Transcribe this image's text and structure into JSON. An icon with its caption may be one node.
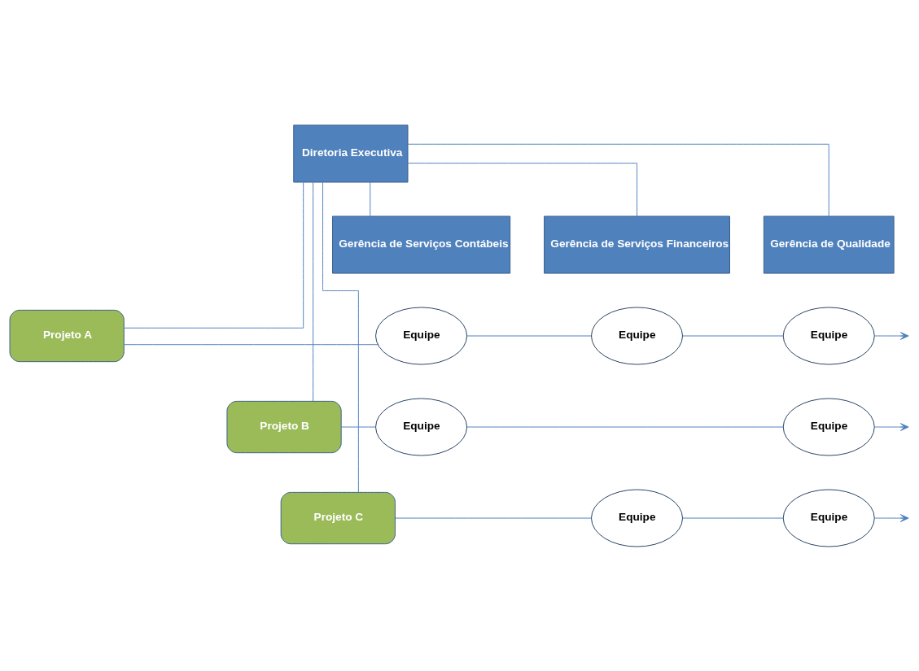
{
  "diagram": {
    "nodes": [
      {
        "text": [
          "Diretoria Executiva"
        ]
      },
      {
        "text": [
          "Gerência de Serviços Contábeis"
        ]
      },
      {
        "text": [
          "Gerência de Serviços Financeiros"
        ]
      },
      {
        "text": [
          "Gerência de Qualidade"
        ]
      },
      {
        "text": [
          "Projeto A"
        ]
      },
      {
        "text": [
          "Projeto B"
        ]
      },
      {
        "text": [
          "Projeto C"
        ]
      },
      {
        "text": [
          "Equipe"
        ]
      },
      {
        "text": [
          "Equipe"
        ]
      },
      {
        "text": [
          "Equipe"
        ]
      },
      {
        "text": [
          "Equipe"
        ]
      },
      {
        "text": [
          "Equipe"
        ]
      },
      {
        "text": [
          "Equipe"
        ]
      },
      {
        "text": [
          "Equipe"
        ]
      }
    ],
    "edges": [
      {
        "from": 0,
        "to": 1,
        "arrow": "none"
      },
      {
        "from": 0,
        "to": 2,
        "arrow": "none"
      },
      {
        "from": 0,
        "to": 3,
        "arrow": "none"
      },
      {
        "from": 0,
        "to": 4,
        "arrow": "none"
      },
      {
        "from": 0,
        "to": 5,
        "arrow": "none"
      },
      {
        "from": 0,
        "to": 6,
        "arrow": "none"
      },
      {
        "from": 4,
        "to": 7,
        "arrow": "none"
      },
      {
        "from": 7,
        "to": 8,
        "arrow": "none"
      },
      {
        "from": 8,
        "to": 9,
        "arrow": "none"
      },
      {
        "from": 9,
        "to": null,
        "arrow": "to"
      },
      {
        "from": 5,
        "to": 10,
        "arrow": "none"
      },
      {
        "from": 10,
        "to": 11,
        "arrow": "none"
      },
      {
        "from": 11,
        "to": null,
        "arrow": "to"
      },
      {
        "from": 6,
        "to": 12,
        "arrow": "none"
      },
      {
        "from": 12,
        "to": 13,
        "arrow": "none"
      },
      {
        "from": 13,
        "to": null,
        "arrow": "to"
      }
    ]
  }
}
